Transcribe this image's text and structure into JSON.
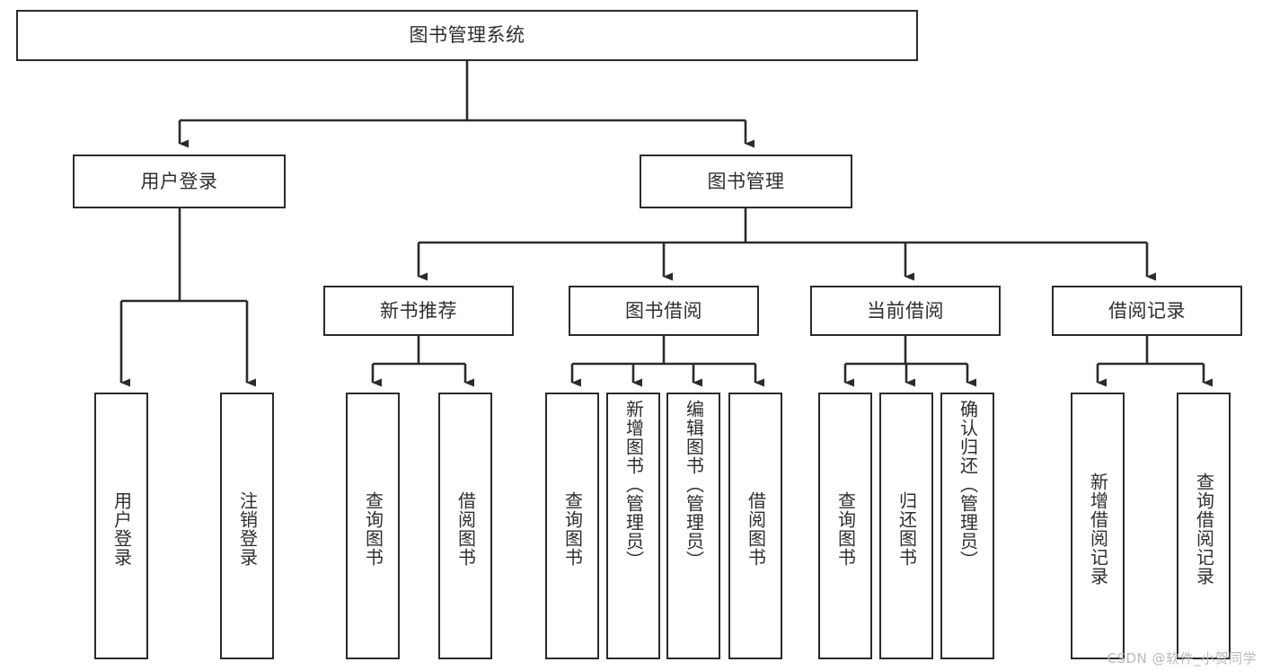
{
  "diagram": {
    "title": "图书管理系统",
    "type": "tree-hierarchy-diagram",
    "root": {
      "id": "root",
      "label": "图书管理系统",
      "orientation": "horizontal"
    },
    "level2": [
      {
        "id": "user-login",
        "label": "用户登录",
        "orientation": "horizontal"
      },
      {
        "id": "book-management",
        "label": "图书管理",
        "orientation": "horizontal"
      }
    ],
    "level3": [
      {
        "id": "new-book-recommend",
        "label": "新书推荐",
        "orientation": "horizontal",
        "parent": "book-management"
      },
      {
        "id": "book-borrow",
        "label": "图书借阅",
        "orientation": "horizontal",
        "parent": "book-management"
      },
      {
        "id": "current-borrow",
        "label": "当前借阅",
        "orientation": "horizontal",
        "parent": "book-management"
      },
      {
        "id": "borrow-record",
        "label": "借阅记录",
        "orientation": "horizontal",
        "parent": "book-management"
      }
    ],
    "leaves": [
      {
        "id": "leaf-user-login",
        "label": "用户登录",
        "orientation": "vertical",
        "parent": "user-login"
      },
      {
        "id": "leaf-logout-login",
        "label": "注销登录",
        "orientation": "vertical",
        "parent": "user-login"
      },
      {
        "id": "leaf-query-book-1",
        "label": "查询图书",
        "orientation": "vertical",
        "parent": "new-book-recommend"
      },
      {
        "id": "leaf-borrow-book-1",
        "label": "借阅图书",
        "orientation": "vertical",
        "parent": "new-book-recommend"
      },
      {
        "id": "leaf-query-book-2",
        "label": "查询图书",
        "orientation": "vertical",
        "parent": "book-borrow"
      },
      {
        "id": "leaf-add-book",
        "label": "新增图书（管理员）",
        "orientation": "vertical",
        "parent": "book-borrow"
      },
      {
        "id": "leaf-edit-book",
        "label": "编辑图书（管理员）",
        "orientation": "vertical",
        "parent": "book-borrow"
      },
      {
        "id": "leaf-borrow-book-2",
        "label": "借阅图书",
        "orientation": "vertical",
        "parent": "book-borrow"
      },
      {
        "id": "leaf-query-book-3",
        "label": "查询图书",
        "orientation": "vertical",
        "parent": "current-borrow"
      },
      {
        "id": "leaf-return-book",
        "label": "归还图书",
        "orientation": "vertical",
        "parent": "current-borrow"
      },
      {
        "id": "leaf-confirm-return",
        "label": "确认归还（管理员）",
        "orientation": "vertical",
        "parent": "current-borrow"
      },
      {
        "id": "leaf-add-record",
        "label": "新增借阅记录",
        "orientation": "vertical",
        "parent": "borrow-record"
      },
      {
        "id": "leaf-query-record",
        "label": "查询借阅记录",
        "orientation": "vertical",
        "parent": "borrow-record"
      }
    ],
    "colors": {
      "stroke": "#2b2b2b",
      "text": "#2e2e2e",
      "background": "#ffffff",
      "watermark": "#b9b9b9"
    }
  },
  "watermark": {
    "text": "CSDN @软件_小贺同学"
  }
}
